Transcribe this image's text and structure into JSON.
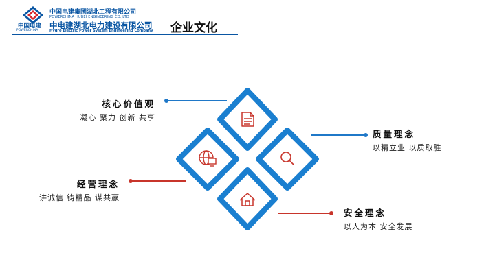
{
  "header": {
    "logo_cn": "中国电建",
    "logo_en": "POWERCHINA",
    "company_line1": "中国电建集团湖北工程有限公司",
    "company_line2": "POWERCHINA HUBEI ENGINEERING CO.,LTD",
    "company_line3": "中电建湖北电力建设有限公司",
    "company_line4": "Hydro Electric Power System Engineering Company",
    "title": "企业文化",
    "brand_color": "#0a56a3"
  },
  "values": [
    {
      "id": "core",
      "title": "核心价值观",
      "desc": "凝心 聚力 创新 共享",
      "icon": "document-icon",
      "line_color": "#1f78c8"
    },
    {
      "id": "quality",
      "title": "质量理念",
      "desc": "以精立业  以质取胜",
      "icon": "search-icon",
      "line_color": "#1f78c8"
    },
    {
      "id": "business",
      "title": "经营理念",
      "desc": "讲诚信 铸精品 谋共赢",
      "icon": "globe-computer-icon",
      "line_color": "#c8352b"
    },
    {
      "id": "safety",
      "title": "安全理念",
      "desc": "以人为本  安全发展",
      "icon": "home-icon",
      "line_color": "#c8352b"
    }
  ],
  "colors": {
    "diamond": "#1a7fd0",
    "icon_red": "#c8352b"
  }
}
